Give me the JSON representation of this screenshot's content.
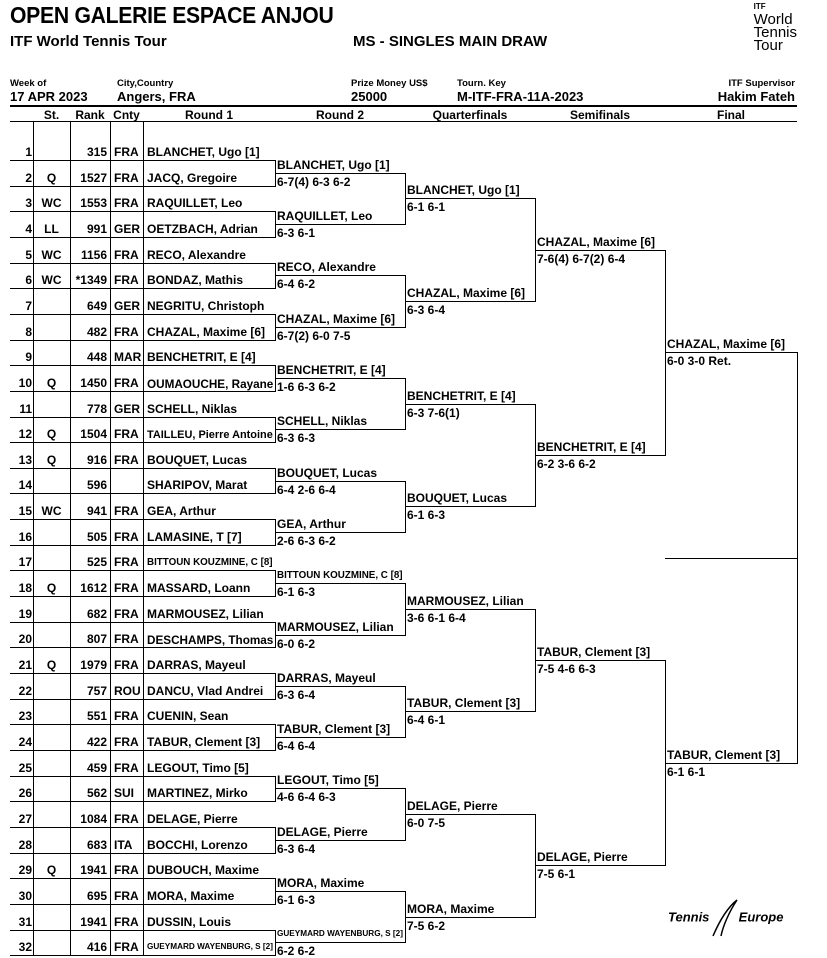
{
  "header": {
    "title": "OPEN GALERIE ESPACE ANJOU",
    "tour": "ITF World Tennis Tour",
    "event": "MS - SINGLES MAIN DRAW",
    "logo_itf": {
      "top": "ITF",
      "line1": "World",
      "line2": "Tennis",
      "line3": "Tour"
    },
    "logo_te": {
      "left": "Tennis",
      "right": "Europe"
    }
  },
  "info": {
    "week_label": "Week of",
    "week": "17 APR 2023",
    "city_label": "City,Country",
    "city": "Angers, FRA",
    "prize_label": "Prize Money US$",
    "prize": "25000",
    "key_label": "Tourn. Key",
    "key": "M-ITF-FRA-11A-2023",
    "sup_label": "ITF Supervisor",
    "sup": "Hakim Fateh"
  },
  "columns": {
    "st": "St.",
    "rank": "Rank",
    "cnty": "Cnty",
    "r1": "Round 1",
    "r2": "Round 2",
    "qf": "Quarterfinals",
    "sf": "Semifinals",
    "f": "Final"
  },
  "players": [
    {
      "no": "1",
      "st": "",
      "rank": "315",
      "cnty": "FRA",
      "name": "BLANCHET, Ugo [1]"
    },
    {
      "no": "2",
      "st": "Q",
      "rank": "1527",
      "cnty": "FRA",
      "name": "JACQ, Gregoire"
    },
    {
      "no": "3",
      "st": "WC",
      "rank": "1553",
      "cnty": "FRA",
      "name": "RAQUILLET, Leo"
    },
    {
      "no": "4",
      "st": "LL",
      "rank": "991",
      "cnty": "GER",
      "name": "OETZBACH, Adrian"
    },
    {
      "no": "5",
      "st": "WC",
      "rank": "1156",
      "cnty": "FRA",
      "name": "RECO, Alexandre"
    },
    {
      "no": "6",
      "st": "WC",
      "rank": "*1349",
      "cnty": "FRA",
      "name": "BONDAZ, Mathis"
    },
    {
      "no": "7",
      "st": "",
      "rank": "649",
      "cnty": "GER",
      "name": "NEGRITU, Christoph"
    },
    {
      "no": "8",
      "st": "",
      "rank": "482",
      "cnty": "FRA",
      "name": "CHAZAL, Maxime [6]"
    },
    {
      "no": "9",
      "st": "",
      "rank": "448",
      "cnty": "MAR",
      "name": "BENCHETRIT, E [4]"
    },
    {
      "no": "10",
      "st": "Q",
      "rank": "1450",
      "cnty": "FRA",
      "name": "OUMAOUCHE, Rayane"
    },
    {
      "no": "11",
      "st": "",
      "rank": "778",
      "cnty": "GER",
      "name": "SCHELL, Niklas"
    },
    {
      "no": "12",
      "st": "Q",
      "rank": "1504",
      "cnty": "FRA",
      "name": "TAILLEU, Pierre Antoine"
    },
    {
      "no": "13",
      "st": "Q",
      "rank": "916",
      "cnty": "FRA",
      "name": "BOUQUET, Lucas"
    },
    {
      "no": "14",
      "st": "",
      "rank": "596",
      "cnty": "",
      "name": "SHARIPOV, Marat"
    },
    {
      "no": "15",
      "st": "WC",
      "rank": "941",
      "cnty": "FRA",
      "name": "GEA, Arthur"
    },
    {
      "no": "16",
      "st": "",
      "rank": "505",
      "cnty": "FRA",
      "name": "LAMASINE, T [7]"
    },
    {
      "no": "17",
      "st": "",
      "rank": "525",
      "cnty": "FRA",
      "name": "BITTOUN KOUZMINE, C [8]"
    },
    {
      "no": "18",
      "st": "Q",
      "rank": "1612",
      "cnty": "FRA",
      "name": "MASSARD, Loann"
    },
    {
      "no": "19",
      "st": "",
      "rank": "682",
      "cnty": "FRA",
      "name": "MARMOUSEZ, Lilian"
    },
    {
      "no": "20",
      "st": "",
      "rank": "807",
      "cnty": "FRA",
      "name": "DESCHAMPS, Thomas"
    },
    {
      "no": "21",
      "st": "Q",
      "rank": "1979",
      "cnty": "FRA",
      "name": "DARRAS, Mayeul"
    },
    {
      "no": "22",
      "st": "",
      "rank": "757",
      "cnty": "ROU",
      "name": "DANCU, Vlad Andrei"
    },
    {
      "no": "23",
      "st": "",
      "rank": "551",
      "cnty": "FRA",
      "name": "CUENIN, Sean"
    },
    {
      "no": "24",
      "st": "",
      "rank": "422",
      "cnty": "FRA",
      "name": "TABUR, Clement [3]"
    },
    {
      "no": "25",
      "st": "",
      "rank": "459",
      "cnty": "FRA",
      "name": "LEGOUT, Timo [5]"
    },
    {
      "no": "26",
      "st": "",
      "rank": "562",
      "cnty": "SUI",
      "name": "MARTINEZ, Mirko"
    },
    {
      "no": "27",
      "st": "",
      "rank": "1084",
      "cnty": "FRA",
      "name": "DELAGE, Pierre"
    },
    {
      "no": "28",
      "st": "",
      "rank": "683",
      "cnty": "ITA",
      "name": "BOCCHI, Lorenzo"
    },
    {
      "no": "29",
      "st": "Q",
      "rank": "1941",
      "cnty": "FRA",
      "name": "DUBOUCH, Maxime"
    },
    {
      "no": "30",
      "st": "",
      "rank": "695",
      "cnty": "FRA",
      "name": "MORA, Maxime"
    },
    {
      "no": "31",
      "st": "",
      "rank": "1941",
      "cnty": "FRA",
      "name": "DUSSIN, Louis"
    },
    {
      "no": "32",
      "st": "",
      "rank": "416",
      "cnty": "FRA",
      "name": "GUEYMARD WAYENBURG, S [2]"
    }
  ],
  "rounds": [
    [
      {
        "name": "BLANCHET, Ugo [1]",
        "score": "6-7(4) 6-3 6-2"
      },
      {
        "name": "RAQUILLET, Leo",
        "score": "6-3 6-1"
      },
      {
        "name": "RECO, Alexandre",
        "score": "6-4 6-2"
      },
      {
        "name": "CHAZAL, Maxime [6]",
        "score": "6-7(2) 6-0 7-5"
      },
      {
        "name": "BENCHETRIT, E [4]",
        "score": "1-6 6-3 6-2"
      },
      {
        "name": "SCHELL, Niklas",
        "score": "6-3 6-3"
      },
      {
        "name": "BOUQUET, Lucas",
        "score": "6-4 2-6 6-4"
      },
      {
        "name": "GEA, Arthur",
        "score": "2-6 6-3 6-2"
      },
      {
        "name": "BITTOUN KOUZMINE, C [8]",
        "score": "6-1 6-3"
      },
      {
        "name": "MARMOUSEZ, Lilian",
        "score": "6-0 6-2"
      },
      {
        "name": "DARRAS, Mayeul",
        "score": "6-3 6-4"
      },
      {
        "name": "TABUR, Clement [3]",
        "score": "6-4 6-4"
      },
      {
        "name": "LEGOUT, Timo [5]",
        "score": "4-6 6-4 6-3"
      },
      {
        "name": "DELAGE, Pierre",
        "score": "6-3 6-4"
      },
      {
        "name": "MORA, Maxime",
        "score": "6-1 6-3"
      },
      {
        "name": "GUEYMARD WAYENBURG, S [2]",
        "score": "6-2 6-2"
      }
    ],
    [
      {
        "name": "BLANCHET, Ugo [1]",
        "score": "6-1 6-1"
      },
      {
        "name": "CHAZAL, Maxime [6]",
        "score": "6-3 6-4"
      },
      {
        "name": "BENCHETRIT, E [4]",
        "score": "6-3 7-6(1)"
      },
      {
        "name": "BOUQUET, Lucas",
        "score": "6-1 6-3"
      },
      {
        "name": "MARMOUSEZ, Lilian",
        "score": "3-6 6-1 6-4"
      },
      {
        "name": "TABUR, Clement [3]",
        "score": "6-4 6-1"
      },
      {
        "name": "DELAGE, Pierre",
        "score": "6-0 7-5"
      },
      {
        "name": "MORA, Maxime",
        "score": "7-5 6-2"
      }
    ],
    [
      {
        "name": "CHAZAL, Maxime [6]",
        "score": "7-6(4) 6-7(2) 6-4"
      },
      {
        "name": "BENCHETRIT, E [4]",
        "score": "6-2 3-6 6-2"
      },
      {
        "name": "TABUR, Clement [3]",
        "score": "7-5 4-6 6-3"
      },
      {
        "name": "DELAGE, Pierre",
        "score": "7-5 6-1"
      }
    ],
    [
      {
        "name": "CHAZAL, Maxime [6]",
        "score": "6-0 3-0 Ret."
      },
      {
        "name": "TABUR, Clement [3]",
        "score": "6-1 6-1"
      }
    ]
  ]
}
